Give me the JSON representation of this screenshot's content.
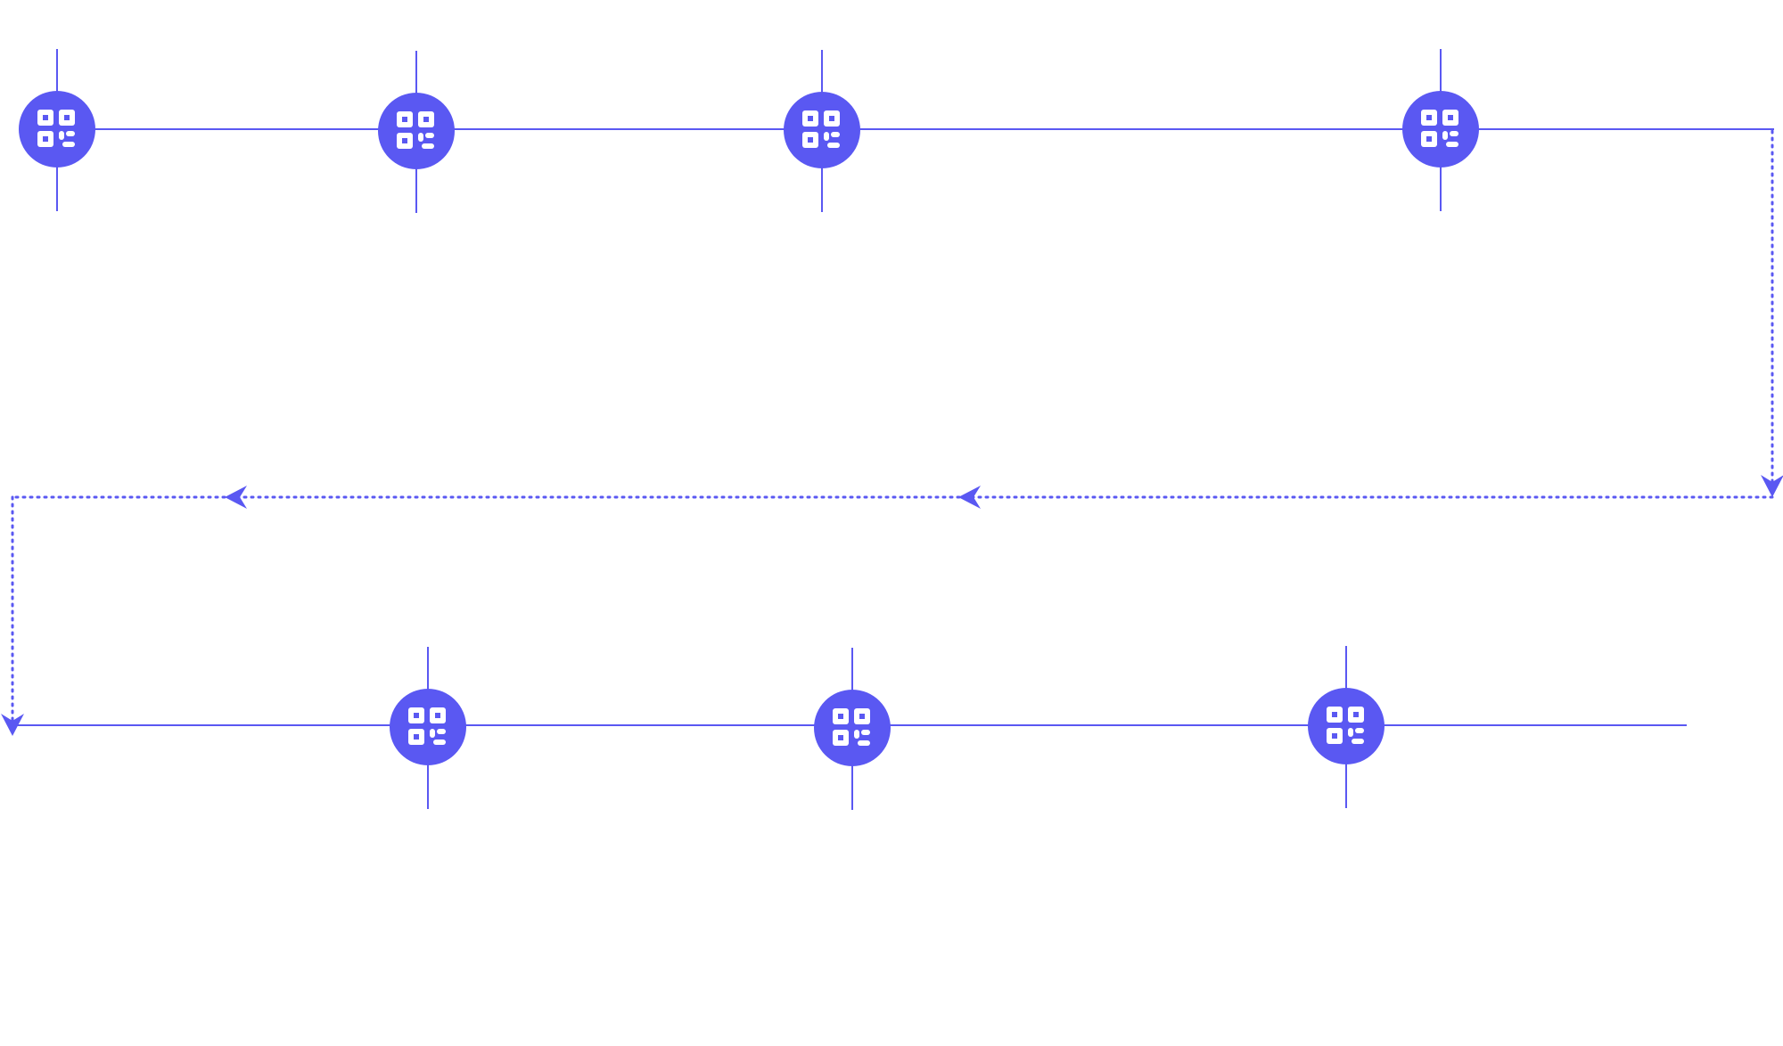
{
  "diagram": {
    "accent_color": "#5a58f2",
    "background_color": "#ffffff",
    "node_icon": "qr-code-icon",
    "rows": [
      {
        "name": "row-1",
        "node_count": 4,
        "connector": "solid"
      },
      {
        "name": "return-path",
        "connector": "dotted",
        "arrows": 4
      },
      {
        "name": "row-2",
        "node_count": 3,
        "connector": "solid"
      }
    ]
  }
}
